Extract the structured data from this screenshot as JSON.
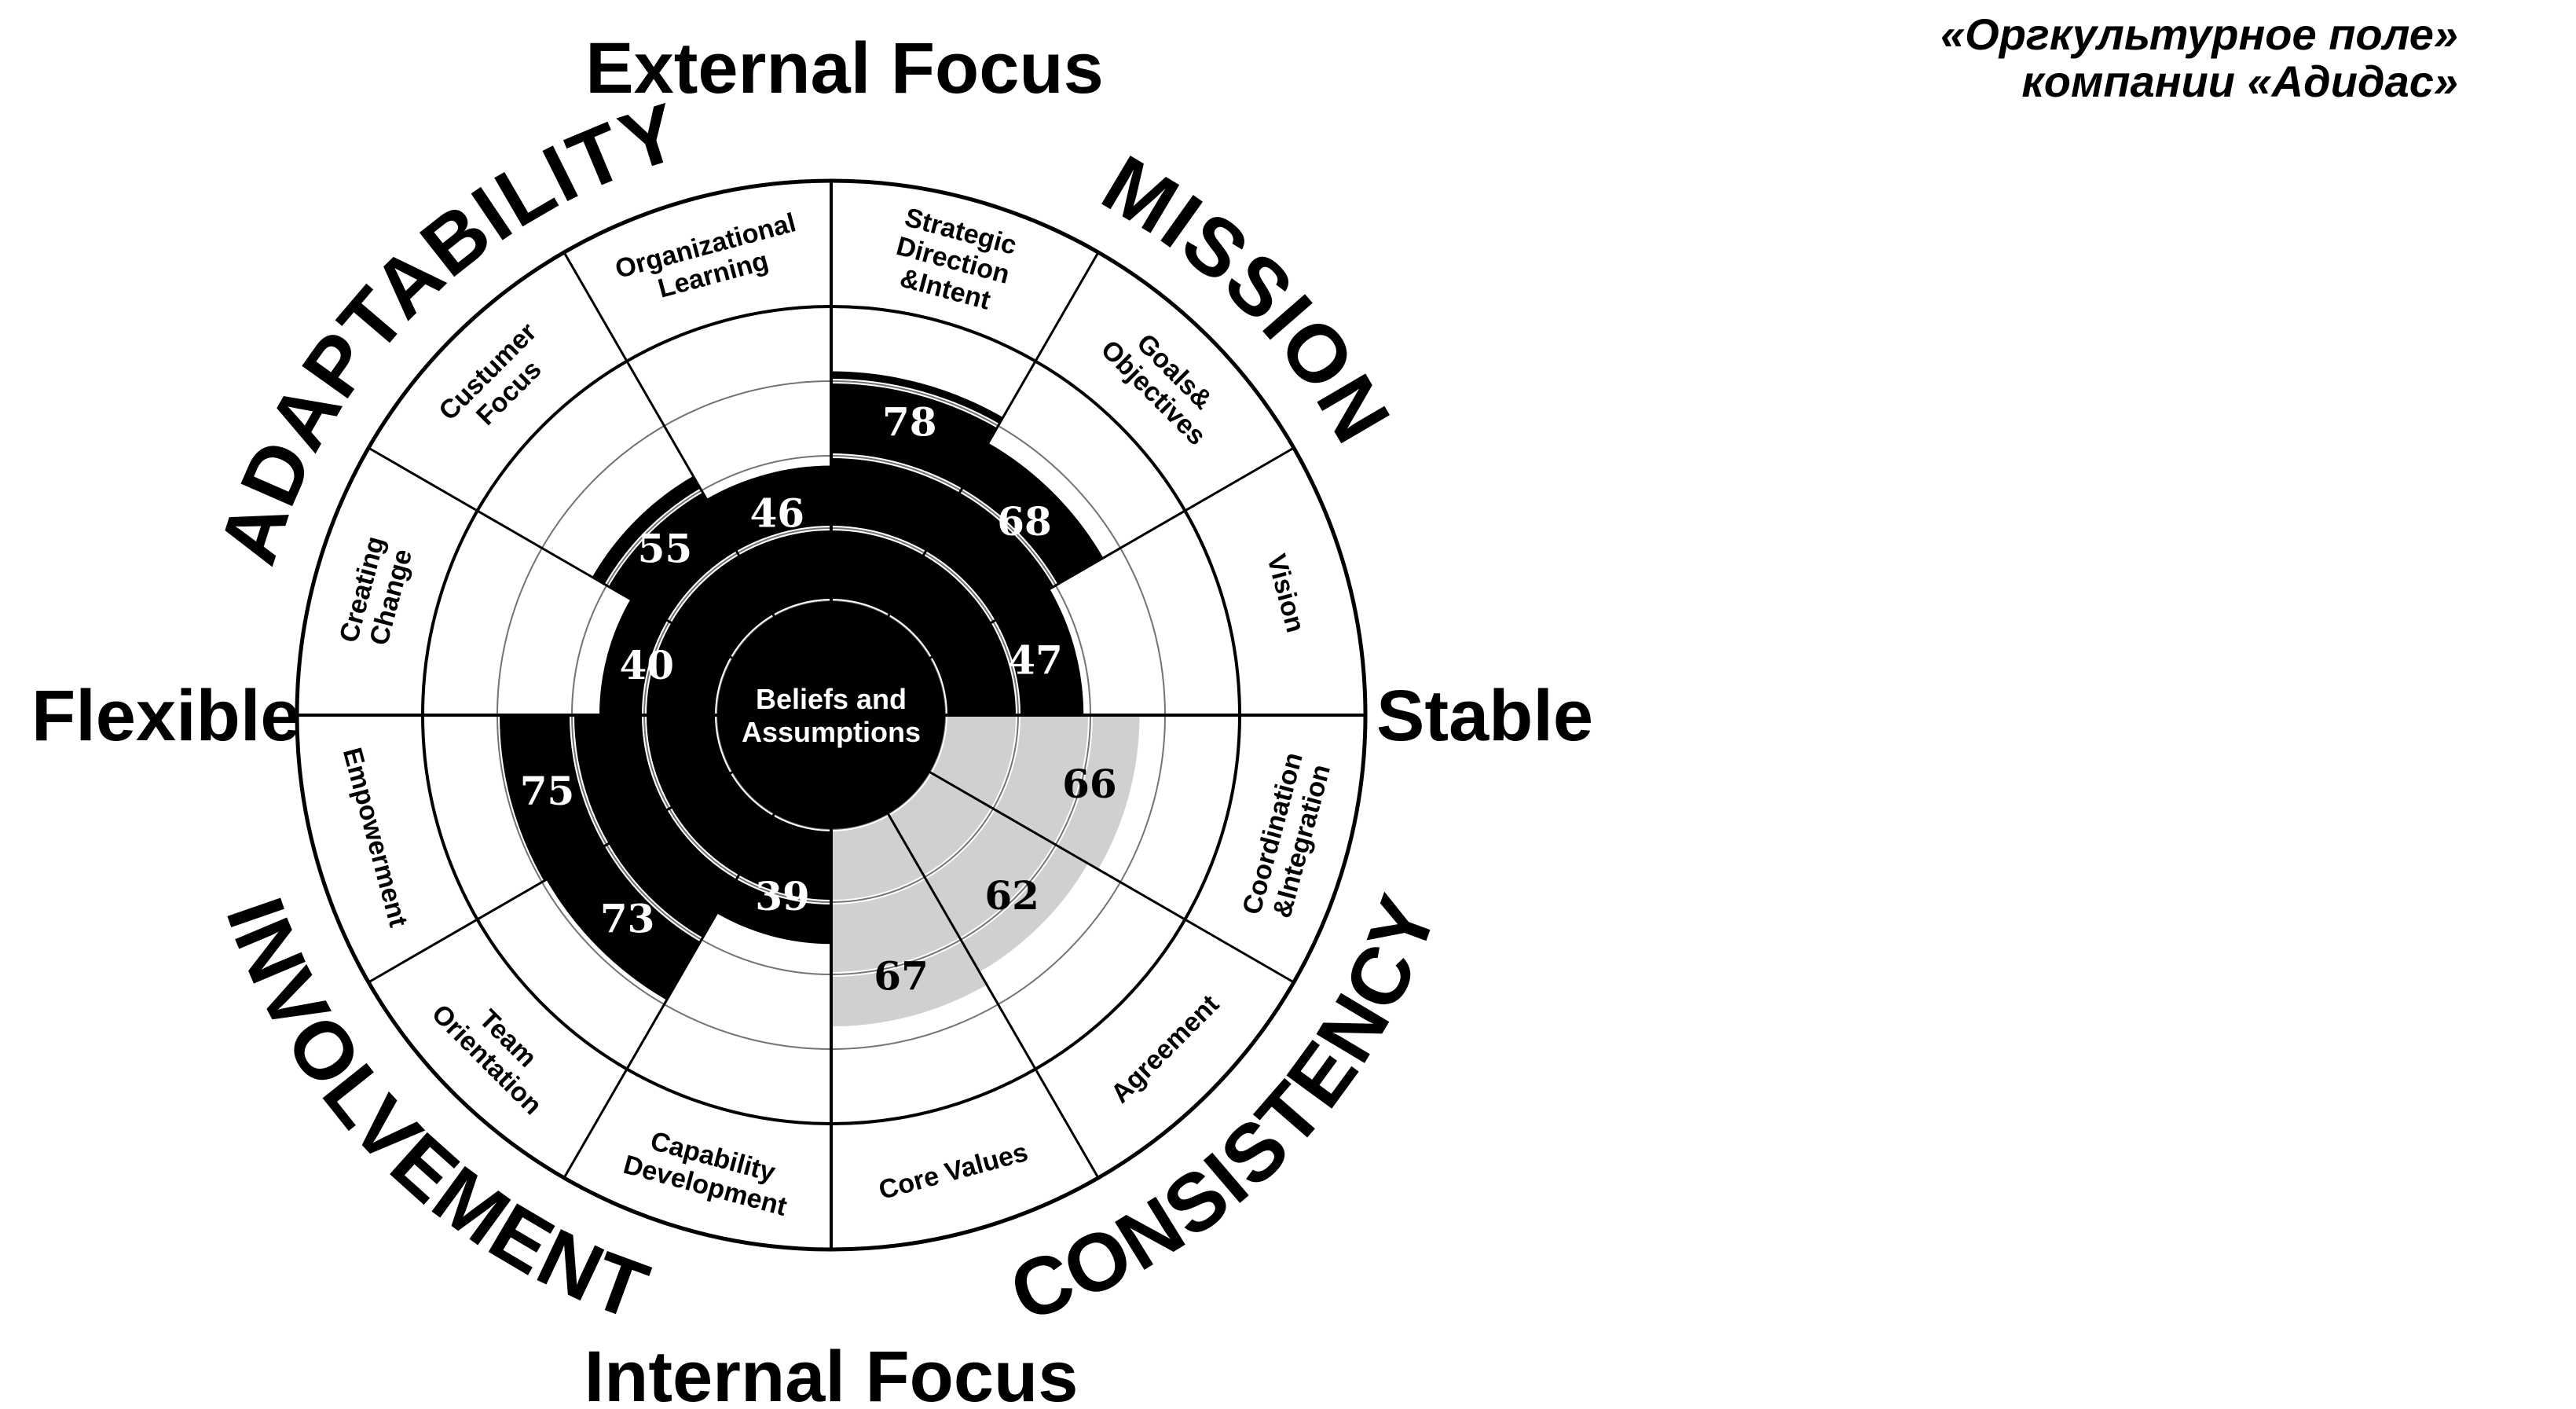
{
  "caption": {
    "line1": "«Оргкультурное поле»",
    "line2": "компании «Адидас»"
  },
  "axes": {
    "top": "External Focus",
    "bottom": "Internal Focus",
    "left": "Flexible",
    "right": "Stable"
  },
  "center": {
    "line1": "Beliefs and",
    "line2": "Assumptions"
  },
  "traits": [
    "MISSION",
    "CONSISTENCY",
    "INVOLVEMENT",
    "ADAPTABILITY"
  ],
  "quadrant_fill": {
    "MISSION": "#000000",
    "CONSISTENCY": "#d0d0d0",
    "INVOLVEMENT": "#000000",
    "ADAPTABILITY": "#000000"
  },
  "indices": [
    {
      "name": "Strategic Direction &Intent",
      "lines": [
        "Strategic",
        "Direction",
        "&Intent"
      ],
      "trait": "MISSION",
      "score": 78
    },
    {
      "name": "Goals& Objectives",
      "lines": [
        "Goals&",
        "Objectives"
      ],
      "trait": "MISSION",
      "score": 68
    },
    {
      "name": "Vision",
      "lines": [
        "Vision"
      ],
      "trait": "MISSION",
      "score": 47
    },
    {
      "name": "Coordination &Integration",
      "lines": [
        "Coordination",
        "&Integration"
      ],
      "trait": "CONSISTENCY",
      "score": 66
    },
    {
      "name": "Agreement",
      "lines": [
        "Agreement"
      ],
      "trait": "CONSISTENCY",
      "score": 62
    },
    {
      "name": "Core Values",
      "lines": [
        "Core Values"
      ],
      "trait": "CONSISTENCY",
      "score": 67
    },
    {
      "name": "Capability Development",
      "lines": [
        "Capability",
        "Development"
      ],
      "trait": "INVOLVEMENT",
      "score": 39
    },
    {
      "name": "Team Orientation",
      "lines": [
        "Team",
        "Orientation"
      ],
      "trait": "INVOLVEMENT",
      "score": 73
    },
    {
      "name": "Empowerment",
      "lines": [
        "Empowerment"
      ],
      "trait": "INVOLVEMENT",
      "score": 75
    },
    {
      "name": "Creating Change",
      "lines": [
        "Creating",
        "Change"
      ],
      "trait": "ADAPTABILITY",
      "score": 40
    },
    {
      "name": "Custumer Focus",
      "lines": [
        "Custumer",
        "Focus"
      ],
      "trait": "ADAPTABILITY",
      "score": 55
    },
    {
      "name": "Organizational Learning",
      "lines": [
        "Organizational",
        "Learning"
      ],
      "trait": "ADAPTABILITY",
      "score": 46
    }
  ]
}
